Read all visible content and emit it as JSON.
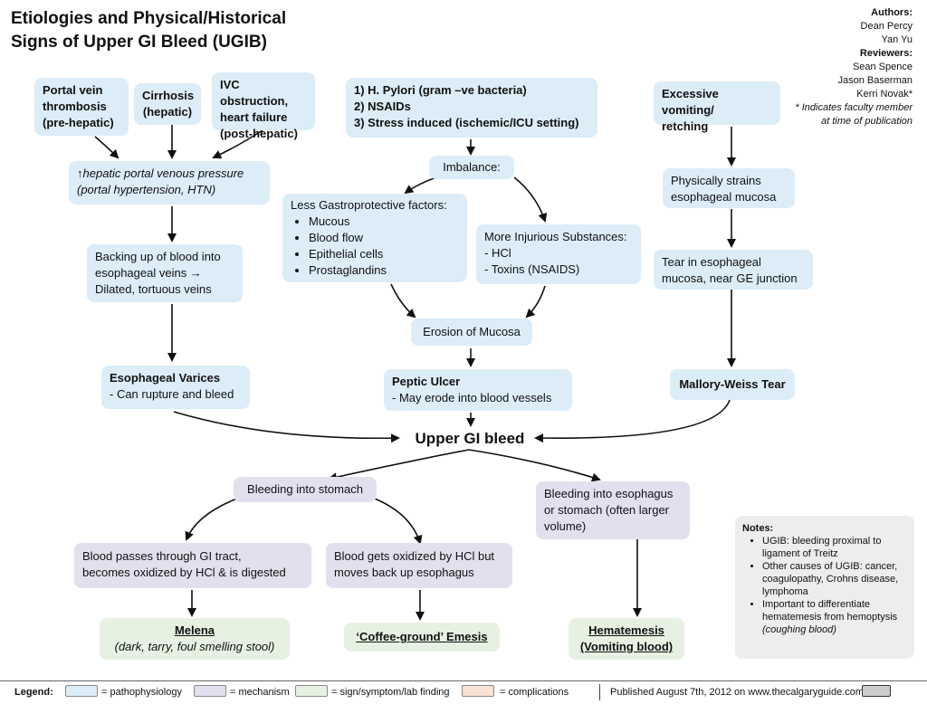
{
  "title": {
    "line1": "Etiologies and Physical/Historical",
    "line2": "Signs of Upper GI Bleed (UGIB)"
  },
  "authors": {
    "authors_label": "Authors:",
    "author1": "Dean Percy",
    "author2": "Yan Yu",
    "reviewers_label": "Reviewers:",
    "reviewer1": "Sean Spence",
    "reviewer2": "Jason Baserman",
    "reviewer3": "Kerri Novak*",
    "note_line1": "* Indicates faculty member",
    "note_line2": "at time of publication"
  },
  "nodes": {
    "portal_vein": [
      "Portal vein",
      "thrombosis",
      "(pre-hepatic)"
    ],
    "cirrhosis": [
      "Cirrhosis",
      "(hepatic)"
    ],
    "ivc": [
      "IVC obstruction,",
      "heart failure",
      "(post-hepatic)"
    ],
    "portal_pressure": [
      "↑hepatic portal venous pressure",
      "(portal hypertension, HTN)"
    ],
    "backing_up": [
      "Backing up of blood into",
      "esophageal veins →",
      "Dilated, tortuous veins"
    ],
    "varices_title": "Esophageal Varices",
    "varices_sub": "- Can rupture and bleed",
    "causes": [
      "1) H. Pylori (gram –ve bacteria)",
      "2) NSAIDs",
      "3) Stress induced (ischemic/ICU setting)"
    ],
    "imbalance": "Imbalance:",
    "less_factors_title": "Less Gastroprotective factors:",
    "less_factors_items": [
      "Mucous",
      " Blood flow",
      "Epithelial cells",
      "Prostaglandins"
    ],
    "more_injurious": [
      "More Injurious Substances:",
      "- HCl",
      "- Toxins (NSAIDS)"
    ],
    "erosion": "Erosion of Mucosa",
    "peptic_title": "Peptic Ulcer",
    "peptic_sub": "- May erode into blood vessels",
    "vomiting": [
      "Excessive vomiting/",
      "retching"
    ],
    "strains": [
      "Physically strains",
      "esophageal  mucosa"
    ],
    "tear": [
      "Tear in esophageal",
      "mucosa, near GE junction"
    ],
    "mallory": "Mallory-Weiss Tear",
    "ugib": "Upper GI bleed",
    "bleeding_stomach": "Bleeding into stomach",
    "bleeding_esophagus": [
      "Bleeding into esophagus",
      "or stomach (often larger",
      "volume)"
    ],
    "blood_passes": [
      "Blood passes through GI tract,",
      "becomes oxidized by HCl & is digested"
    ],
    "blood_oxidized": [
      "Blood gets oxidized by HCl but",
      "moves back up esophagus"
    ],
    "melena_title": "Melena",
    "melena_sub": "(dark, tarry, foul smelling stool)",
    "coffee": "‘Coffee-ground’ Emesis",
    "hematemesis": [
      "Hematemesis",
      "(Vomiting blood)"
    ]
  },
  "notes": {
    "title": "Notes:",
    "items": [
      "UGIB: bleeding proximal to ligament of Treitz",
      "Other causes of UGIB: cancer, coagulopathy, Crohns disease, lymphoma"
    ],
    "item3_text": "Important to differentiate hematemesis from hemoptysis ",
    "item3_italic": "(coughing blood)"
  },
  "legend": {
    "label": "Legend:",
    "pathophysiology": "= pathophysiology",
    "mechanism": "= mechanism",
    "sign": "= sign/symptom/lab finding",
    "complications": "= complications",
    "published": "Published August 7th, 2012 on www.thecalgaryguide.com",
    "colors": {
      "pathophysiology": "#dcedf8",
      "mechanism": "#e2e0ef",
      "sign": "#e7f1e2",
      "complications": "#f8e3d6"
    }
  }
}
